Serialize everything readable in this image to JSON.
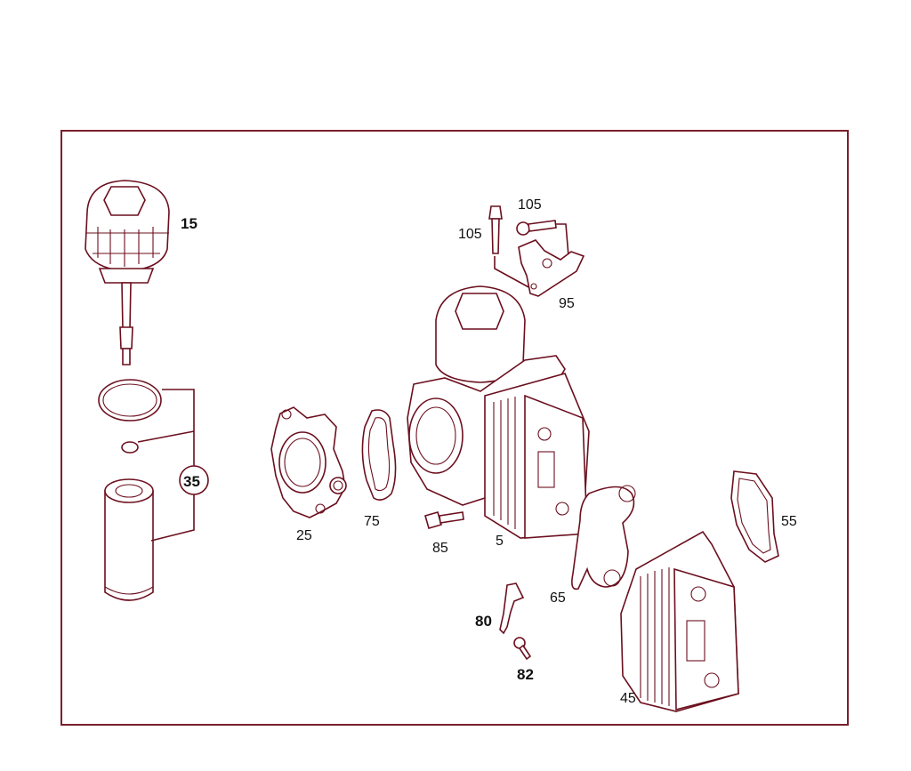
{
  "diagram": {
    "colors": {
      "line": "#6b0f1e",
      "frame": "#7a1f2b",
      "text": "#111111"
    },
    "callouts": [
      {
        "id": "15",
        "text": "15",
        "bold": true
      },
      {
        "id": "35",
        "text": "35",
        "bold": true,
        "circled": true
      },
      {
        "id": "25",
        "text": "25"
      },
      {
        "id": "75",
        "text": "75"
      },
      {
        "id": "85",
        "text": "85"
      },
      {
        "id": "5",
        "text": "5"
      },
      {
        "id": "105a",
        "text": "105"
      },
      {
        "id": "105b",
        "text": "105"
      },
      {
        "id": "95",
        "text": "95"
      },
      {
        "id": "65",
        "text": "65"
      },
      {
        "id": "55",
        "text": "55"
      },
      {
        "id": "80",
        "text": "80",
        "bold": true
      },
      {
        "id": "82",
        "text": "82",
        "bold": true
      },
      {
        "id": "45",
        "text": "45"
      }
    ]
  }
}
